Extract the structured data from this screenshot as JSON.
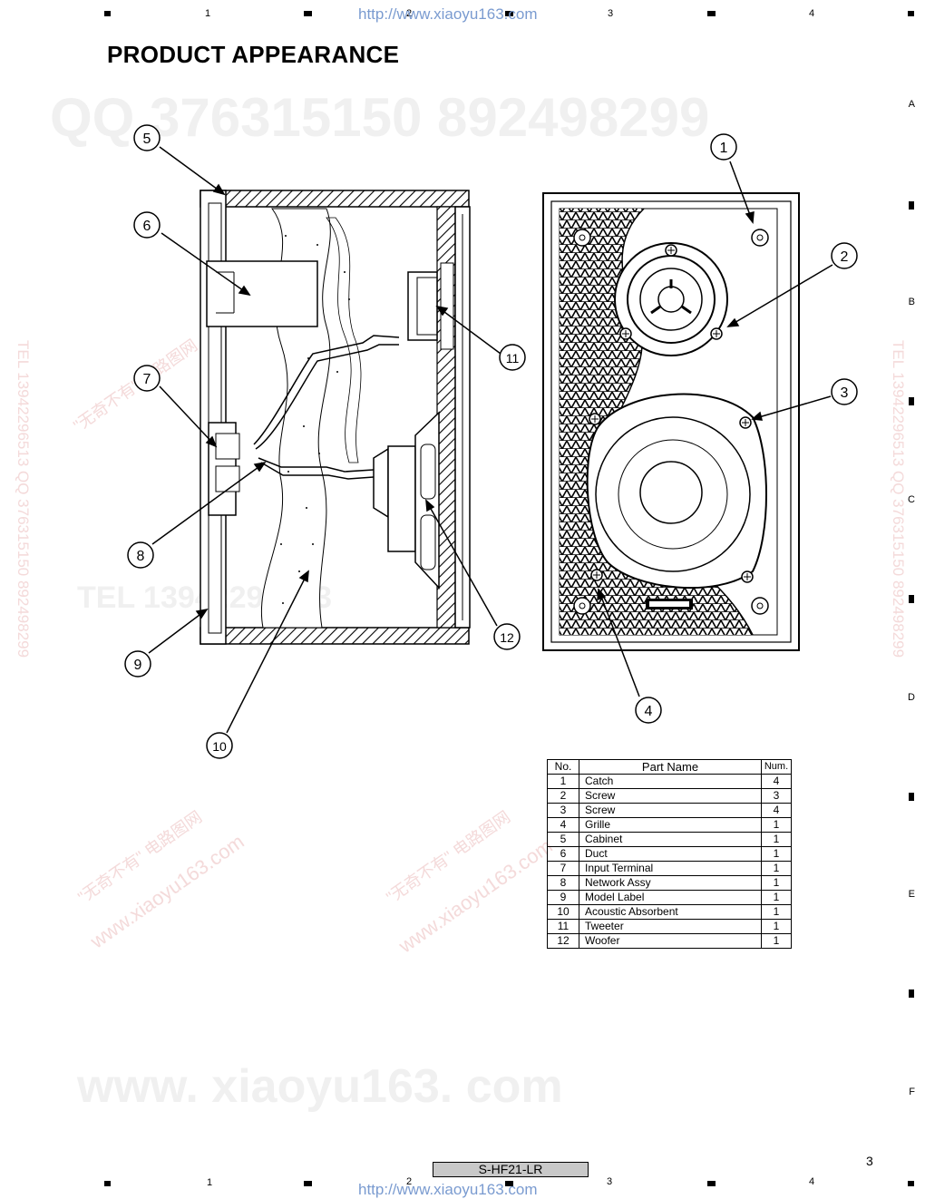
{
  "header": {
    "url": "http://www.xiaoyu163.com",
    "col_labels": [
      "1",
      "2",
      "3",
      "4"
    ]
  },
  "title": "PRODUCT APPEARANCE",
  "row_labels": [
    "A",
    "B",
    "C",
    "D",
    "E",
    "F"
  ],
  "watermarks": {
    "qq": "QQ 376315150   892498299",
    "tel": "TEL 13942296513",
    "site": "www. xiaoyu163. com",
    "slogan": "\"无奇不有\" 电路图网",
    "site2": "www.xiaoyu163.com",
    "side": "TEL 13942296513  QQ 376315150  892498299"
  },
  "callouts": [
    "1",
    "2",
    "3",
    "4",
    "5",
    "6",
    "7",
    "8",
    "9",
    "10",
    "11",
    "12"
  ],
  "parts_table": {
    "headers": [
      "No.",
      "Part Name",
      "Num."
    ],
    "rows": [
      {
        "no": "1",
        "name": "Catch",
        "num": "4"
      },
      {
        "no": "2",
        "name": "Screw",
        "num": "3"
      },
      {
        "no": "3",
        "name": "Screw",
        "num": "4"
      },
      {
        "no": "4",
        "name": "Grille",
        "num": "1"
      },
      {
        "no": "5",
        "name": "Cabinet",
        "num": "1"
      },
      {
        "no": "6",
        "name": "Duct",
        "num": "1"
      },
      {
        "no": "7",
        "name": "Input Terminal",
        "num": "1"
      },
      {
        "no": "8",
        "name": "Network Assy",
        "num": "1"
      },
      {
        "no": "9",
        "name": "Model Label",
        "num": "1"
      },
      {
        "no": "10",
        "name": "Acoustic Absorbent",
        "num": "1"
      },
      {
        "no": "11",
        "name": "Tweeter",
        "num": "1"
      },
      {
        "no": "12",
        "name": "Woofer",
        "num": "1"
      }
    ]
  },
  "footer": {
    "model": "S-HF21-LR",
    "page": "3",
    "url": "http://www.xiaoyu163.com"
  }
}
